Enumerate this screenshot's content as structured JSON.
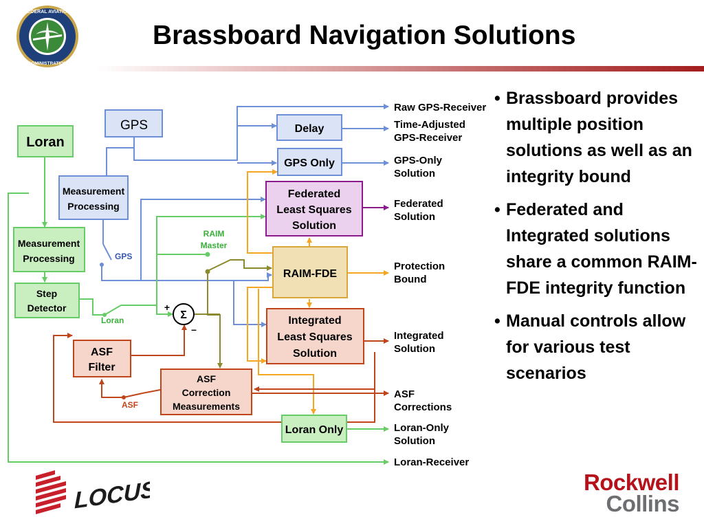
{
  "title": "Brassboard Navigation Solutions",
  "colors": {
    "gps_blue": "#6d8fd8",
    "loran_green": "#66cc66",
    "asf_red": "#c0451a",
    "raim_orange": "#f5a623",
    "olive": "#8b8b2e",
    "federated_purple": "#8b1a8b"
  },
  "blocks": {
    "gps": "GPS",
    "loran": "Loran",
    "gps_measurement": [
      "Measurement",
      "Processing"
    ],
    "loran_measurement": [
      "Measurement",
      "Processing"
    ],
    "step_detector": [
      "Step",
      "Detector"
    ],
    "delay": "Delay",
    "gps_only": "GPS Only",
    "federated": [
      "Federated",
      "Least Squares",
      "Solution"
    ],
    "raim_fde": "RAIM-FDE",
    "integrated": [
      "Integrated",
      "Least Squares",
      "Solution"
    ],
    "asf_filter": [
      "ASF",
      "Filter"
    ],
    "asf_correction": [
      "ASF",
      "Correction",
      "Measurements"
    ],
    "loran_only": "Loran Only",
    "sum_symbol": "Σ",
    "plus": "+",
    "minus": "–"
  },
  "switches": {
    "gps": "GPS",
    "raim_master": [
      "RAIM",
      "Master"
    ],
    "loran": "Loran",
    "asf": "ASF"
  },
  "outputs": [
    [
      "Raw GPS-Receiver"
    ],
    [
      "Time-Adjusted",
      "GPS-Receiver"
    ],
    [
      "GPS-Only",
      "Solution"
    ],
    [
      "Federated",
      "Solution"
    ],
    [
      "Protection",
      "Bound"
    ],
    [
      "Integrated",
      "Solution"
    ],
    [
      "ASF",
      "Corrections"
    ],
    [
      "Loran-Only",
      "Solution"
    ],
    [
      "Loran-Receiver"
    ]
  ],
  "bullets": [
    "Brassboard provides multiple position solutions as  well as an integrity bound",
    "Federated and Integrated solutions share a common RAIM-FDE integrity function",
    "Manual controls allow for various test scenarios"
  ],
  "logos": {
    "faa_seal_text": "FEDERAL AVIATION ADMINISTRATION",
    "locus": "LOCUS",
    "rockwell_collins": [
      "Rockwell",
      "Collins"
    ]
  }
}
